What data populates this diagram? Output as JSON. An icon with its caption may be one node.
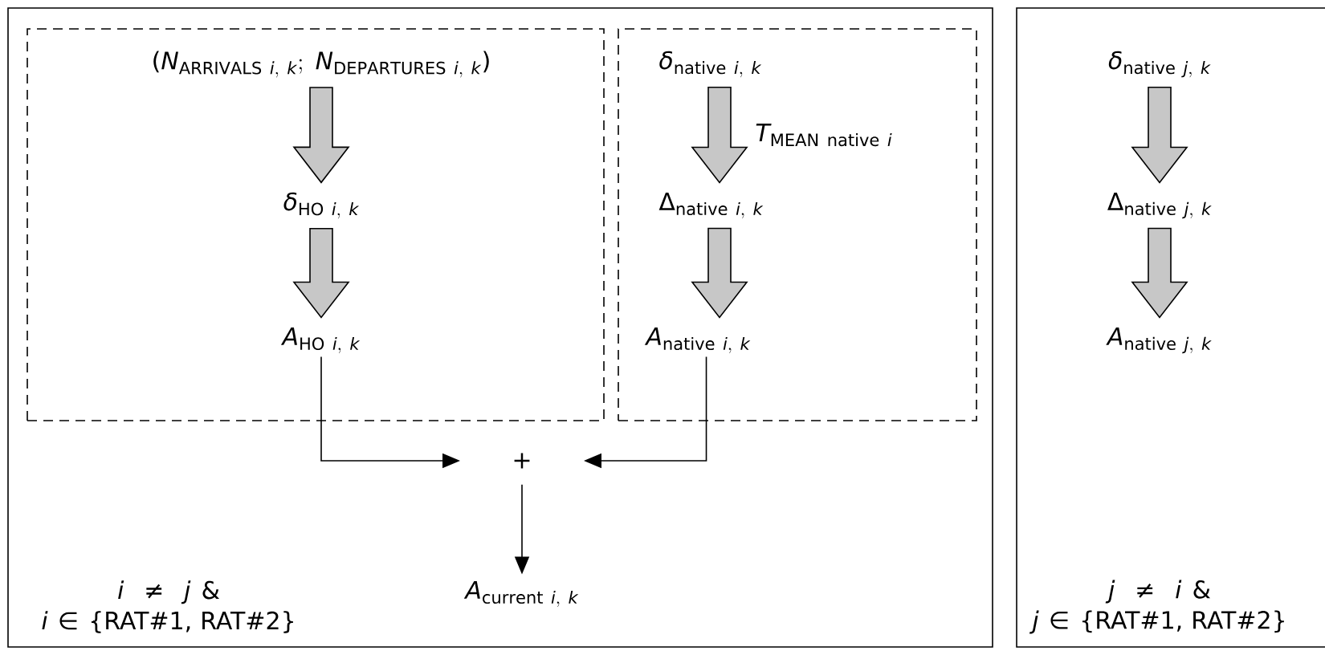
{
  "diagram": {
    "nodes": [
      {
        "text": [
          "\\mathit{i} \\mathrel{\\mbox{≠}} \\mathit{j} \\mathbin{\\mbox{\\&}} \\mathit{i} \\mathrel{\\mbox{∈}} \\mbox{\\{RAT\\#1, RAT\\#2\\}}"
        ]
      },
      {
        "text": [],
        "shape": "box",
        "in": 0
      },
      {
        "text": [
          "\\mbox{(}\\mathit{N}_{\\mathrm{ARRIVALS}\\ \\mathit{i},\\ \\mathit{k}};\\ \\mathit{N}_{\\mathrm{DEPARTURES}\\ \\mathit{i},\\ \\mathit{k}}\\mbox{)}"
        ],
        "in": 1
      },
      {
        "text": [
          "\\mbox{\\itshape δ}_{\\mathrm{HO}\\ \\mathit{i},\\ \\mathit{k}}"
        ],
        "in": 1
      },
      {
        "text": [
          "\\mathit{A}_{\\mathrm{HO}\\ \\mathit{i},\\ \\mathit{k}}"
        ],
        "in": 1
      },
      {
        "text": [],
        "shape": "box",
        "in": 0
      },
      {
        "text": [
          "\\mbox{\\itshape δ}_{\\mathrm{native}\\ \\mathit{i},\\ \\mathit{k}}"
        ],
        "in": 5
      },
      {
        "text": [
          "\\mbox{Δ}_{\\mathrm{native}\\ \\mathit{i},\\ \\mathit{k}}"
        ],
        "in": 5
      },
      {
        "text": [
          "\\mathit{A}_{\\mathrm{native}\\ \\mathit{i},\\ \\mathit{k}}"
        ],
        "in": 5
      },
      {
        "text": [
          "+"
        ],
        "in": 0
      },
      {
        "text": [
          "\\mathit{A}_{\\mathrm{current}\\ \\mathit{i},\\ \\mathit{k}}"
        ],
        "in": 0
      },
      {
        "text": [
          "\\mathit{j} \\mathrel{\\mbox{≠}} \\mathit{i} \\mathbin{\\mbox{\\&}} \\mathit{j} \\mathrel{\\mbox{∈}} \\mbox{\\{RAT\\#1, RAT\\#2\\}}"
        ]
      },
      {
        "text": [
          "\\mbox{\\itshape δ}_{\\mathrm{native}\\ \\mathit{j},\\ \\mathit{k}}"
        ],
        "in": 11
      },
      {
        "text": [
          "\\mbox{Δ}_{\\mathrm{native}\\ \\mathit{j},\\ \\mathit{k}}"
        ],
        "in": 11
      },
      {
        "text": [
          "\\mathit{A}_{\\mathrm{native}\\ \\mathit{j},\\ \\mathit{k}}"
        ],
        "in": 11
      }
    ],
    "edges": [
      {
        "from": 2,
        "to": 3,
        "arrow": "to"
      },
      {
        "from": 3,
        "to": 4,
        "arrow": "to"
      },
      {
        "from": 6,
        "to": 7,
        "arrow": "to",
        "label": "\\mathit{T}_{\\mathrm{MEAN\\ native}\\ \\mathit{i}}"
      },
      {
        "from": 7,
        "to": 8,
        "arrow": "to"
      },
      {
        "from": 4,
        "to": 9,
        "arrow": "to",
        "color": "#000000"
      },
      {
        "from": 8,
        "to": 9,
        "arrow": "to",
        "color": "#000000"
      },
      {
        "from": 9,
        "to": 10,
        "arrow": "to",
        "color": "#000000"
      },
      {
        "from": 12,
        "to": 13,
        "arrow": "to"
      },
      {
        "from": 13,
        "to": 14,
        "arrow": "to"
      }
    ]
  }
}
